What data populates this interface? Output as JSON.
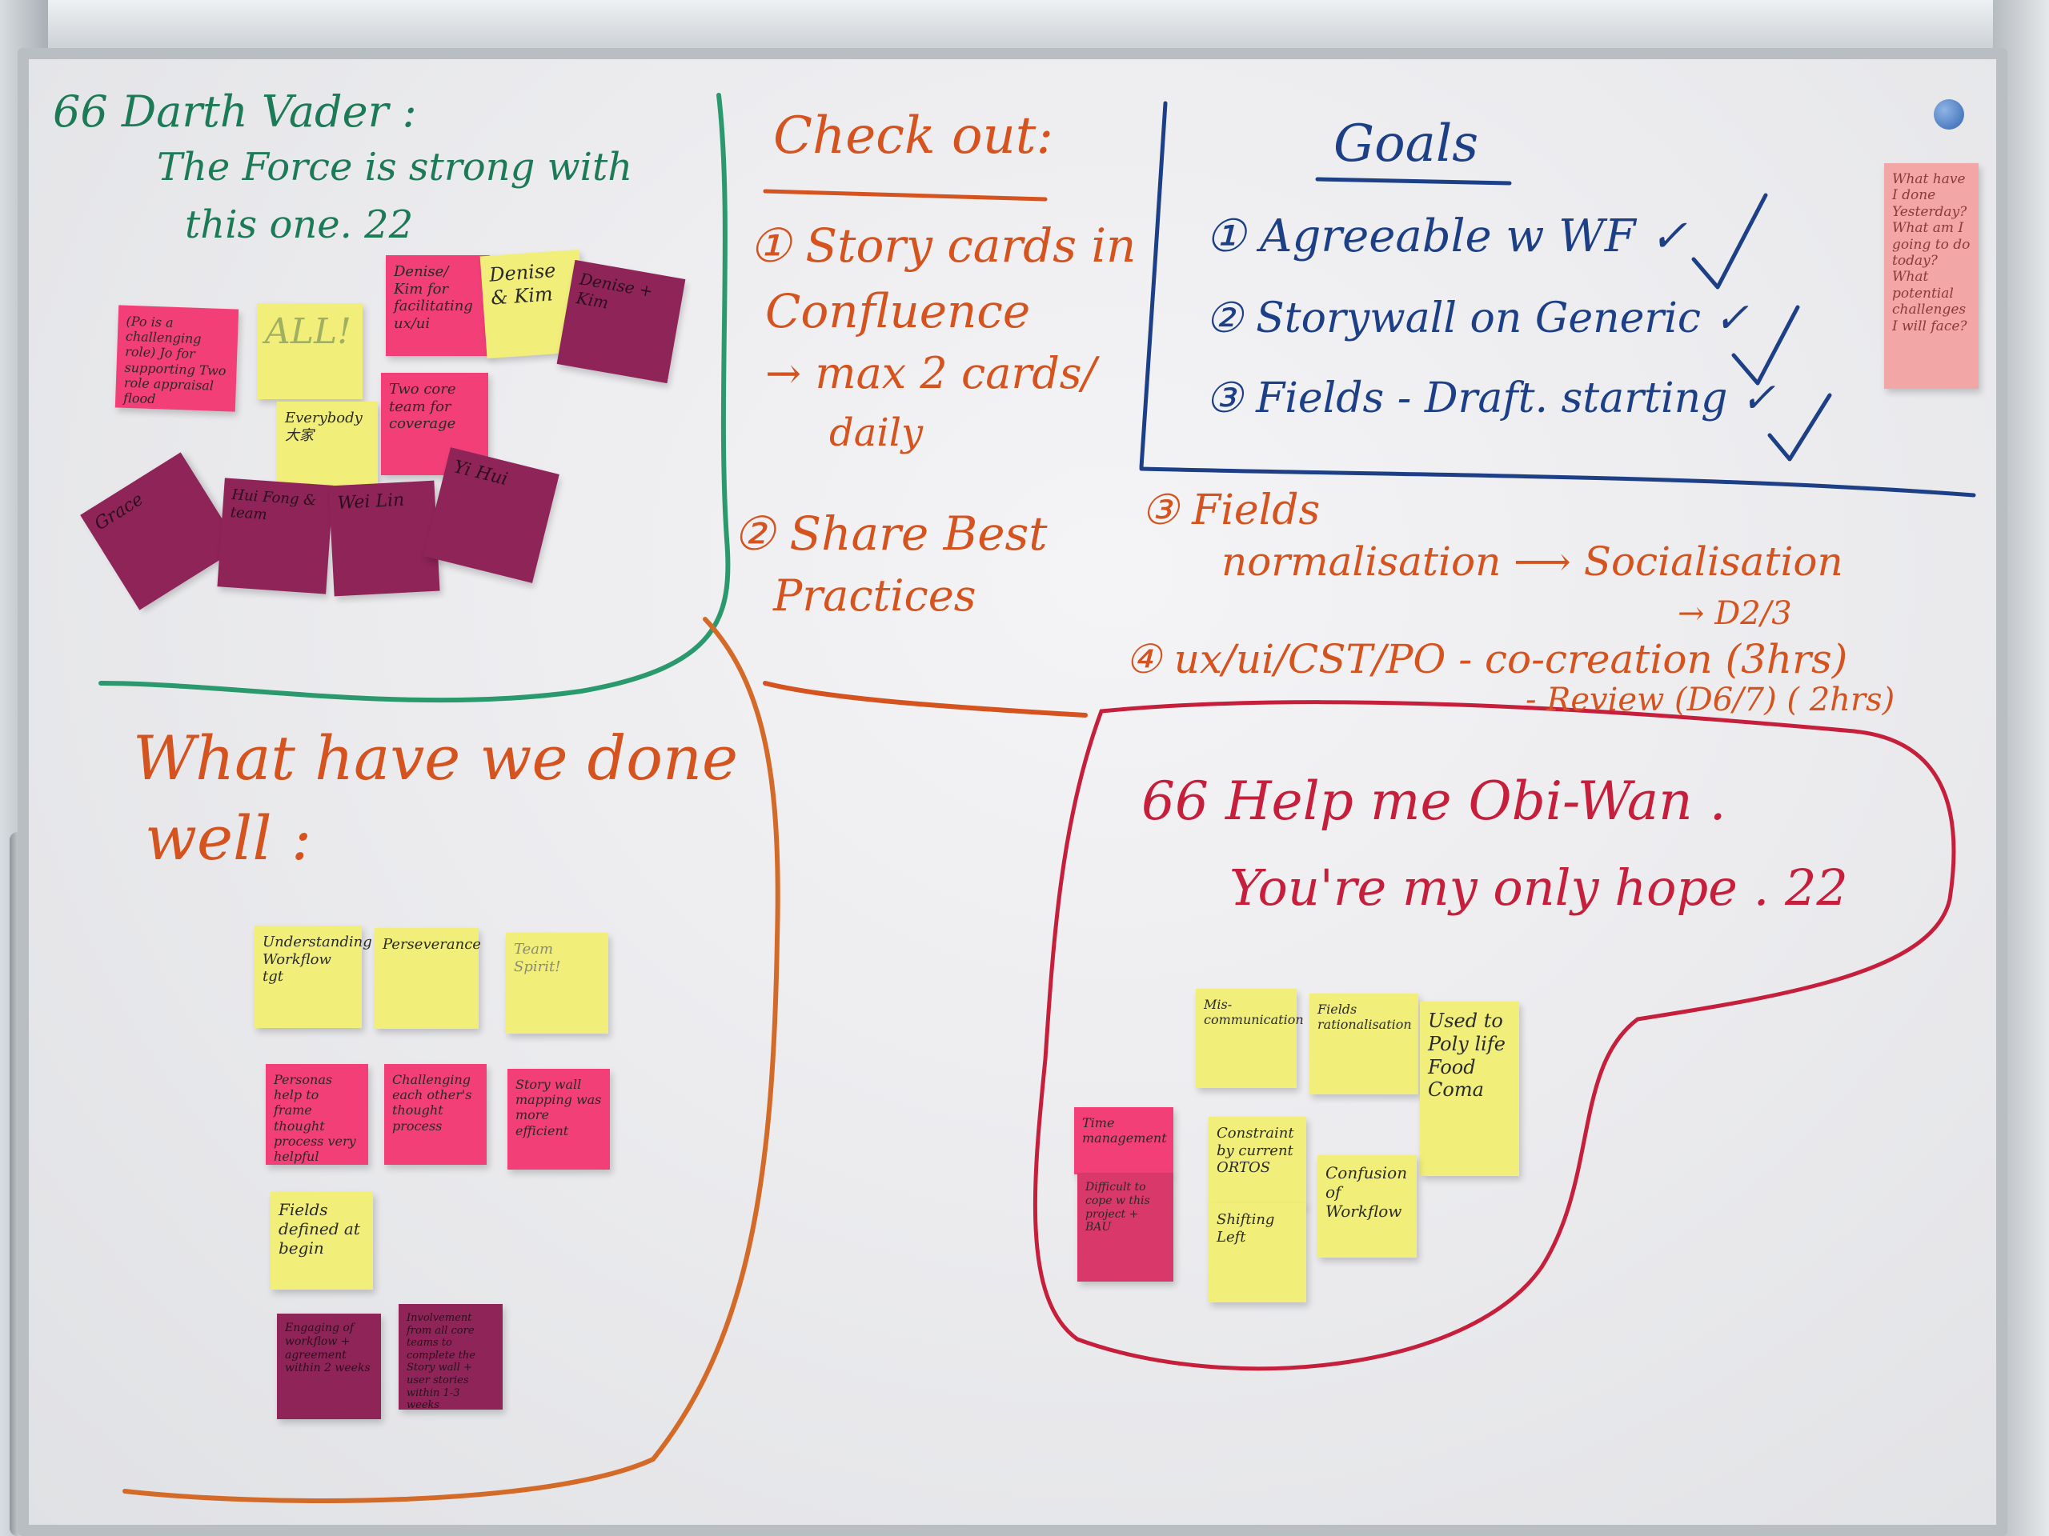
{
  "darth_vader": {
    "title": "66 Darth Vader :",
    "quote_line1": "The Force is strong with",
    "quote_line2": "this one. 22",
    "notes": [
      "(Po is a challenging role) Jo for supporting Two role appraisal flood",
      "ALL!",
      "Denise/ Kim for facilitating ux/ui",
      "Denise & Kim",
      "Denise + Kim",
      "Everybody 大家",
      "Two core team for coverage",
      "Grace",
      "Hui Fong & team",
      "Wei Lin",
      "Yi Hui"
    ]
  },
  "check_out": {
    "title": "Check out:",
    "item1_line1": "① Story cards in",
    "item1_line2": "Confluence",
    "item1_line3": "→ max 2 cards/",
    "item1_line4": "daily",
    "item2_line1": "② Share Best",
    "item2_line2": "Practices"
  },
  "goals": {
    "title": "Goals",
    "item1": "① Agreeable w WF ✓",
    "item2": "② Storywall on Generic ✓",
    "item3": "③ Fields - Draft. starting ✓",
    "extra3_line1": "③ Fields",
    "extra3_line2": "normalisation  ⟶  Socialisation",
    "extra4_arrow": "→ D2/3",
    "extra4_line1": "④ ux/ui/CST/PO - co-creation (3hrs)",
    "extra4_line2": "- Review (D6/7) ( 2hrs)"
  },
  "side_note": "What have I done Yesterday? What am I going to do today? What potential challenges I will face?",
  "done_well": {
    "title_line1": "What have we done",
    "title_line2": "well :",
    "notes": [
      "Understanding Workflow tgt",
      "Perseverance",
      "Team Spirit!",
      "Personas help to frame thought process very helpful",
      "Challenging each other's thought process",
      "Story wall mapping was more efficient",
      "Fields defined at begin",
      "Engaging of workflow + agreement within 2 weeks",
      "Involvement from all core teams to complete the Story wall + user stories within 1-3 weeks"
    ]
  },
  "obi_wan": {
    "quote_line1": "66 Help me Obi-Wan .",
    "quote_line2": "You're my only hope . 22",
    "notes": [
      "Mis-communication",
      "Fields rationalisation",
      "Used to Poly life Food Coma",
      "Time management",
      "Difficult to cope w this project + BAU",
      "Constraint by current ORTOS",
      "Shifting Left",
      "Confusion of Workflow"
    ]
  }
}
